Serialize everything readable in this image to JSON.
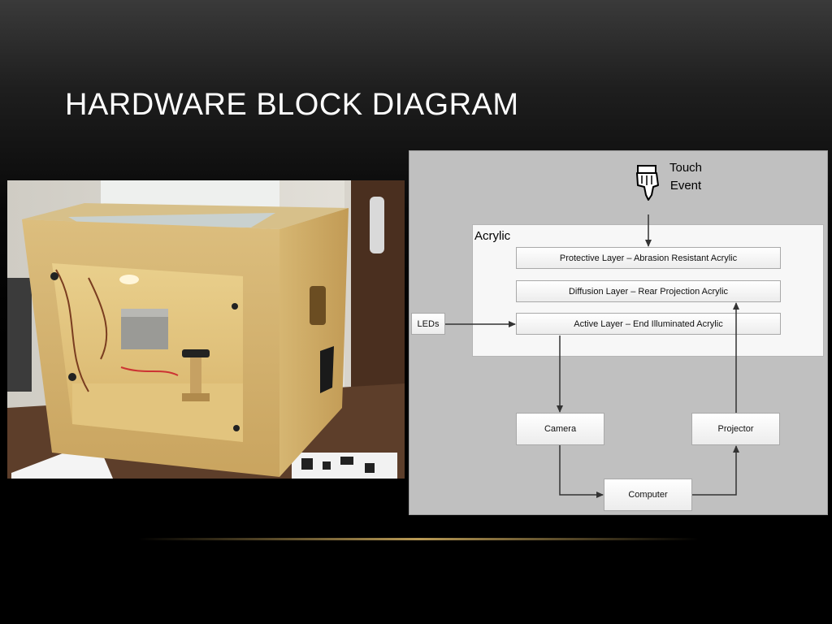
{
  "slide": {
    "title": "HARDWARE BLOCK DIAGRAM"
  },
  "diagram": {
    "touch_event": [
      "Touch",
      "Event"
    ],
    "acrylic_label": "Acrylic",
    "layers": [
      "Protective Layer – Abrasion Resistant Acrylic",
      "Diffusion Layer – Rear Projection Acrylic",
      "Active Layer – End Illuminated Acrylic"
    ],
    "leds": "LEDs",
    "camera": "Camera",
    "projector": "Projector",
    "computer": "Computer"
  },
  "icons": {
    "touch": "pointing-hand-icon"
  },
  "colors": {
    "accent_line": "#b99a55",
    "panel_bg": "#c0c0c0"
  }
}
